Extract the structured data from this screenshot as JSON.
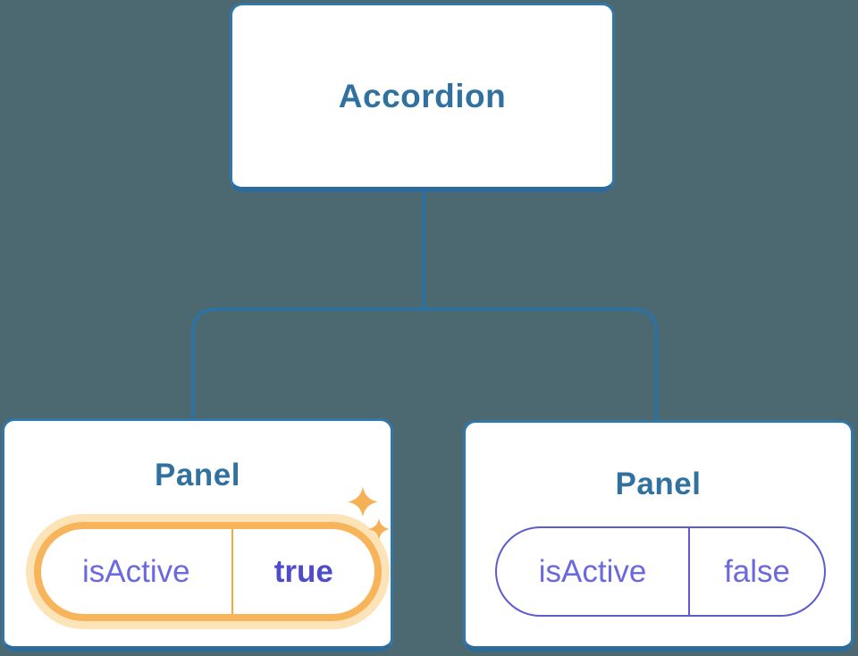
{
  "tree": {
    "root": {
      "label": "Accordion"
    },
    "children": [
      {
        "title": "Panel",
        "state": {
          "name": "isActive",
          "value": "true"
        },
        "highlighted": true,
        "icons": [
          "sparkle-icon",
          "sparkle-icon"
        ]
      },
      {
        "title": "Panel",
        "state": {
          "name": "isActive",
          "value": "false"
        },
        "highlighted": false
      }
    ]
  },
  "colors": {
    "background": "#4c6870",
    "connector_blue": "#2b73a6",
    "node_border_blue": "#3277a9",
    "node_border_bottom_blue": "#2d6b9c",
    "node_title_text": "#31719f",
    "state_text_purple": "#6b69dd",
    "state_value_active_purple": "#4e4cc8",
    "pill_border_purple": "#5c5cd1",
    "highlight_ring_orange": "#f8b45b",
    "highlight_halo_orange": "#fce4b8",
    "divider_orange": "#f2a93e",
    "sparkle_orange": "#f5b153"
  }
}
